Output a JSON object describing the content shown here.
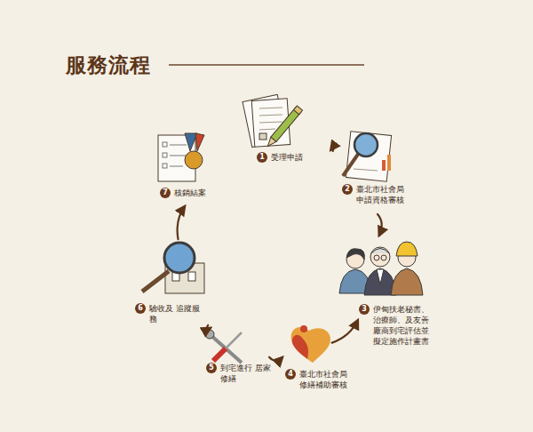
{
  "diagram": {
    "title": "服務流程",
    "nodes": [
      {
        "text": [
          "1",
          "受理申請"
        ]
      },
      {
        "text": [
          "2",
          "臺北市社會局 申請資格審核"
        ]
      },
      {
        "text": [
          "3",
          "伊甸扶老秘書、 治療師、及友善 廠商到宅評估並 擬定施作計畫書"
        ]
      },
      {
        "text": [
          "4",
          "臺北市社會局 修繕補助審核"
        ]
      },
      {
        "text": [
          "5",
          "到宅進行 居家修繕"
        ]
      },
      {
        "text": [
          "6",
          "驗收及 追蹤服務"
        ]
      },
      {
        "text": [
          "7",
          "核銷結案"
        ]
      }
    ],
    "edges": [
      {
        "from": 0,
        "to": 1,
        "arrow": "to"
      },
      {
        "from": 1,
        "to": 2,
        "arrow": "to"
      },
      {
        "from": 2,
        "to": 3,
        "arrow": "to"
      },
      {
        "from": 3,
        "to": 4,
        "arrow": "to"
      },
      {
        "from": 4,
        "to": 5,
        "arrow": "to"
      },
      {
        "from": 5,
        "to": 6,
        "arrow": "to"
      }
    ]
  }
}
